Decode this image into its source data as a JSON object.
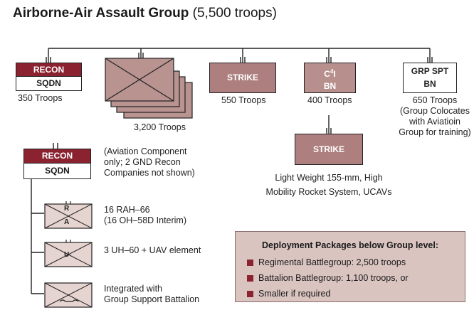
{
  "title": {
    "main": "Airborne-Air Assault Group",
    "sub": "(5,500 troops)"
  },
  "units": {
    "recon": {
      "line1": "RECON",
      "line2": "SQDN",
      "troops": "350 Troops"
    },
    "infantry": {
      "troops": "3,200 Troops"
    },
    "strike": {
      "label": "STRIKE",
      "troops": "550 Troops"
    },
    "c4i": {
      "line1": "C",
      "sup": "4",
      "line1b": "I",
      "line2": "BN",
      "troops": "400 Troops"
    },
    "grpspt": {
      "line1": "GRP SPT",
      "line2": "BN",
      "troops": "650 Troops",
      "note1": "(Group Colocates",
      "note2": "with Aviatioin",
      "note3": "Group for training)"
    },
    "strike2": {
      "label": "STRIKE",
      "note1": "Light Weight 155-mm, High",
      "note2": "Mobility Rocket System, UCAVs"
    }
  },
  "recon_detail": {
    "line1": "RECON",
    "line2": "SQDN",
    "note1": "(Aviation Component",
    "note2": "only; 2 GND Recon",
    "note3": "Companies not shown)",
    "elements": [
      {
        "sym_top": "R",
        "sym_bottom": "A",
        "text1": "16 RAH–66",
        "text2": "(16 OH–58D Interim)"
      },
      {
        "sym_top": "",
        "sym_bottom": "U",
        "text1": "3 UH–60 + UAV element",
        "text2": ""
      },
      {
        "sym_top": "",
        "sym_bottom": "",
        "text1": "Integrated with",
        "text2": "Group Support Battalion"
      }
    ]
  },
  "packages": {
    "title": "Deployment Packages below Group level:",
    "items": [
      "Regimental Battlegroup: 2,500 troops",
      "Battalion Battlegroup: 1,100 troops, or",
      "Smaller if required"
    ]
  },
  "colors": {
    "dark": "#8a2230",
    "mauve": "#ae7f7f",
    "light": "#d8b9b4",
    "panel": "#d9c4c0"
  }
}
